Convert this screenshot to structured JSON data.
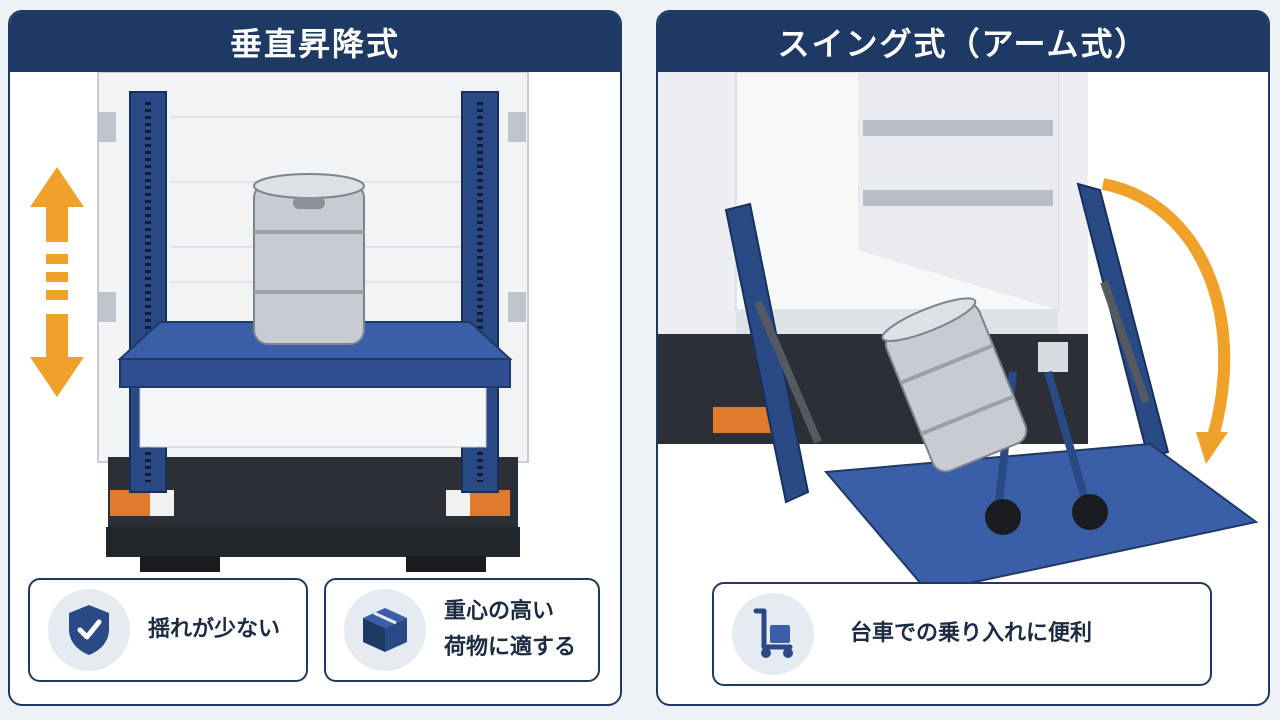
{
  "left_panel": {
    "title": "垂直昇降式",
    "features": [
      {
        "icon": "shield-check-icon",
        "line1": "揺れが少ない"
      },
      {
        "icon": "box-icon",
        "line1": "重心の高い",
        "line2": "荷物に適する"
      }
    ]
  },
  "right_panel": {
    "title": "スイング式（アーム式）",
    "features": [
      {
        "icon": "hand-truck-icon",
        "line1": "台車での乗り入れに便利"
      }
    ]
  },
  "colors": {
    "navy": "#1e3a64",
    "platform_blue": "#3a5ea8",
    "arrow_orange": "#f0a12a",
    "icon_bg": "#e6ebf2"
  }
}
